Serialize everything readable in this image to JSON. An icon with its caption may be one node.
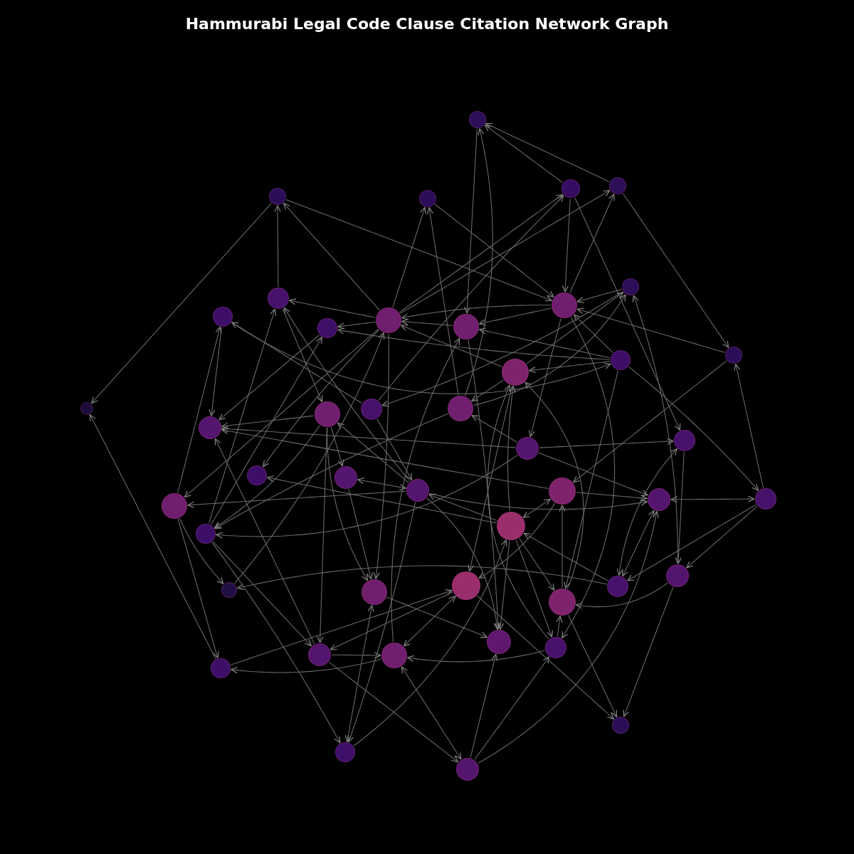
{
  "diagram": {
    "title": "Hammurabi Legal Code Clause Citation Network Graph",
    "nodes": [
      {
        "text": [],
        "shape": "circle"
      },
      {
        "text": [],
        "shape": "circle"
      },
      {
        "text": [],
        "shape": "circle"
      },
      {
        "text": [],
        "shape": "circle"
      },
      {
        "text": [],
        "shape": "circle"
      },
      {
        "text": [],
        "shape": "circle"
      },
      {
        "text": [],
        "shape": "circle"
      },
      {
        "text": [],
        "shape": "circle"
      },
      {
        "text": [],
        "shape": "circle"
      },
      {
        "text": [],
        "shape": "circle"
      },
      {
        "text": [],
        "shape": "circle"
      },
      {
        "text": [],
        "shape": "circle"
      },
      {
        "text": [],
        "shape": "circle"
      },
      {
        "text": [],
        "shape": "circle"
      },
      {
        "text": [],
        "shape": "circle"
      },
      {
        "text": [],
        "shape": "circle"
      },
      {
        "text": [],
        "shape": "circle"
      },
      {
        "text": [],
        "shape": "circle"
      },
      {
        "text": [],
        "shape": "circle"
      },
      {
        "text": [],
        "shape": "circle"
      },
      {
        "text": [],
        "shape": "circle"
      },
      {
        "text": [],
        "shape": "circle"
      },
      {
        "text": [],
        "shape": "circle"
      },
      {
        "text": [],
        "shape": "circle"
      },
      {
        "text": [],
        "shape": "circle"
      },
      {
        "text": [],
        "shape": "circle"
      },
      {
        "text": [],
        "shape": "circle"
      },
      {
        "text": [],
        "shape": "circle"
      },
      {
        "text": [],
        "shape": "circle"
      },
      {
        "text": [],
        "shape": "circle"
      },
      {
        "text": [],
        "shape": "circle"
      },
      {
        "text": [],
        "shape": "circle"
      },
      {
        "text": [],
        "shape": "circle"
      },
      {
        "text": [],
        "shape": "circle"
      },
      {
        "text": [],
        "shape": "circle"
      },
      {
        "text": [],
        "shape": "circle"
      },
      {
        "text": [],
        "shape": "circle"
      },
      {
        "text": [],
        "shape": "circle"
      },
      {
        "text": [],
        "shape": "circle"
      },
      {
        "text": [],
        "shape": "circle"
      },
      {
        "text": [],
        "shape": "circle"
      },
      {
        "text": [],
        "shape": "circle"
      },
      {
        "text": [],
        "shape": "circle"
      },
      {
        "text": [],
        "shape": "circle"
      },
      {
        "text": [],
        "shape": "circle"
      }
    ],
    "edges": [
      {
        "from": 4,
        "to": 0,
        "arrow": "to"
      },
      {
        "from": 3,
        "to": 0,
        "arrow": "to"
      },
      {
        "from": 0,
        "to": 10,
        "arrow": "to"
      },
      {
        "from": 19,
        "to": 0,
        "arrow": "to"
      },
      {
        "from": 6,
        "to": 1,
        "arrow": "to"
      },
      {
        "from": 9,
        "to": 1,
        "arrow": "to"
      },
      {
        "from": 1,
        "to": 15,
        "arrow": "to"
      },
      {
        "from": 1,
        "to": 11,
        "arrow": "to"
      },
      {
        "from": 9,
        "to": 2,
        "arrow": "to"
      },
      {
        "from": 19,
        "to": 2,
        "arrow": "to"
      },
      {
        "from": 2,
        "to": 11,
        "arrow": "to"
      },
      {
        "from": 9,
        "to": 3,
        "arrow": "to"
      },
      {
        "from": 18,
        "to": 3,
        "arrow": "to"
      },
      {
        "from": 3,
        "to": 11,
        "arrow": "to"
      },
      {
        "from": 3,
        "to": 21,
        "arrow": "to"
      },
      {
        "from": 9,
        "to": 4,
        "arrow": "to"
      },
      {
        "from": 11,
        "to": 4,
        "arrow": "to"
      },
      {
        "from": 4,
        "to": 13,
        "arrow": "to"
      },
      {
        "from": 5,
        "to": 11,
        "arrow": "to"
      },
      {
        "from": 19,
        "to": 5,
        "arrow": "to"
      },
      {
        "from": 36,
        "to": 5,
        "arrow": "to"
      },
      {
        "from": 14,
        "to": 5,
        "arrow": "to"
      },
      {
        "from": 9,
        "to": 6,
        "arrow": "to"
      },
      {
        "from": 24,
        "to": 6,
        "arrow": "to"
      },
      {
        "from": 29,
        "to": 6,
        "arrow": "to"
      },
      {
        "from": 6,
        "to": 17,
        "arrow": "to"
      },
      {
        "from": 7,
        "to": 12,
        "arrow": "to"
      },
      {
        "from": 18,
        "to": 7,
        "arrow": "to"
      },
      {
        "from": 7,
        "to": 16,
        "arrow": "to"
      },
      {
        "from": 28,
        "to": 7,
        "arrow": "to"
      },
      {
        "from": 9,
        "to": 8,
        "arrow": "to"
      },
      {
        "from": 12,
        "to": 8,
        "arrow": "to"
      },
      {
        "from": 8,
        "to": 16,
        "arrow": "to"
      },
      {
        "from": 29,
        "to": 8,
        "arrow": "to"
      },
      {
        "from": 10,
        "to": 9,
        "arrow": "to"
      },
      {
        "from": 11,
        "to": 9,
        "arrow": "to"
      },
      {
        "from": 14,
        "to": 9,
        "arrow": "to"
      },
      {
        "from": 9,
        "to": 22,
        "arrow": "to"
      },
      {
        "from": 9,
        "to": 32,
        "arrow": "to"
      },
      {
        "from": 9,
        "to": 28,
        "arrow": "to"
      },
      {
        "from": 12,
        "to": 10,
        "arrow": "to"
      },
      {
        "from": 11,
        "to": 10,
        "arrow": "to"
      },
      {
        "from": 10,
        "to": 39,
        "arrow": "to"
      },
      {
        "from": 12,
        "to": 14,
        "arrow": "to"
      },
      {
        "from": 12,
        "to": 11,
        "arrow": "to"
      },
      {
        "from": 13,
        "to": 11,
        "arrow": "to"
      },
      {
        "from": 27,
        "to": 13,
        "arrow": "to"
      },
      {
        "from": 13,
        "to": 25,
        "arrow": "to"
      },
      {
        "from": 14,
        "to": 19,
        "arrow": "to"
      },
      {
        "from": 30,
        "to": 14,
        "arrow": "to"
      },
      {
        "from": 34,
        "to": 14,
        "arrow": "to"
      },
      {
        "from": 17,
        "to": 16,
        "arrow": "to"
      },
      {
        "from": 17,
        "to": 29,
        "arrow": "to"
      },
      {
        "from": 17,
        "to": 32,
        "arrow": "to"
      },
      {
        "from": 17,
        "to": 37,
        "arrow": "to"
      },
      {
        "from": 24,
        "to": 17,
        "arrow": "to"
      },
      {
        "from": 5,
        "to": 18,
        "arrow": "to"
      },
      {
        "from": 18,
        "to": 24,
        "arrow": "to"
      },
      {
        "from": 20,
        "to": 16,
        "arrow": "to"
      },
      {
        "from": 20,
        "to": 21,
        "arrow": "to"
      },
      {
        "from": 20,
        "to": 19,
        "arrow": "to"
      },
      {
        "from": 21,
        "to": 36,
        "arrow": "to"
      },
      {
        "from": 21,
        "to": 35,
        "arrow": "both"
      },
      {
        "from": 26,
        "to": 27,
        "arrow": "both"
      },
      {
        "from": 27,
        "to": 36,
        "arrow": "to"
      },
      {
        "from": 27,
        "to": 35,
        "arrow": "to"
      },
      {
        "from": 25,
        "to": 26,
        "arrow": "to"
      },
      {
        "from": 24,
        "to": 26,
        "arrow": "to"
      },
      {
        "from": 26,
        "to": 35,
        "arrow": "both"
      },
      {
        "from": 34,
        "to": 25,
        "arrow": "to"
      },
      {
        "from": 35,
        "to": 31,
        "arrow": "to"
      },
      {
        "from": 31,
        "to": 9,
        "arrow": "to"
      },
      {
        "from": 28,
        "to": 31,
        "arrow": "to"
      },
      {
        "from": 28,
        "to": 41,
        "arrow": "to"
      },
      {
        "from": 41,
        "to": 15,
        "arrow": "to"
      },
      {
        "from": 29,
        "to": 37,
        "arrow": "to"
      },
      {
        "from": 29,
        "to": 43,
        "arrow": "to"
      },
      {
        "from": 37,
        "to": 16,
        "arrow": "to"
      },
      {
        "from": 37,
        "to": 38,
        "arrow": "to"
      },
      {
        "from": 38,
        "to": 41,
        "arrow": "to"
      },
      {
        "from": 41,
        "to": 33,
        "arrow": "to"
      },
      {
        "from": 37,
        "to": 44,
        "arrow": "to"
      },
      {
        "from": 44,
        "to": 38,
        "arrow": "both"
      },
      {
        "from": 43,
        "to": 32,
        "arrow": "both"
      },
      {
        "from": 43,
        "to": 30,
        "arrow": "to"
      },
      {
        "from": 44,
        "to": 39,
        "arrow": "to"
      },
      {
        "from": 44,
        "to": 40,
        "arrow": "to"
      },
      {
        "from": 44,
        "to": 26,
        "arrow": "to"
      },
      {
        "from": 24,
        "to": 23,
        "arrow": "both"
      },
      {
        "from": 23,
        "to": 32,
        "arrow": "to"
      },
      {
        "from": 17,
        "to": 23,
        "arrow": "to"
      },
      {
        "from": 25,
        "to": 33,
        "arrow": "to"
      },
      {
        "from": 14,
        "to": 33,
        "arrow": "to"
      },
      {
        "from": 25,
        "to": 30,
        "arrow": "both"
      },
      {
        "from": 30,
        "to": 24,
        "arrow": "to"
      },
      {
        "from": 33,
        "to": 38,
        "arrow": "both"
      },
      {
        "from": 40,
        "to": 38,
        "arrow": "to"
      },
      {
        "from": 32,
        "to": 39,
        "arrow": "to"
      },
      {
        "from": 33,
        "to": 37,
        "arrow": "to"
      },
      {
        "from": 24,
        "to": 43,
        "arrow": "to"
      },
      {
        "from": 24,
        "to": 39,
        "arrow": "to"
      },
      {
        "from": 30,
        "to": 39,
        "arrow": "to"
      },
      {
        "from": 30,
        "to": 34,
        "arrow": "to"
      },
      {
        "from": 30,
        "to": 40,
        "arrow": "to"
      },
      {
        "from": 40,
        "to": 34,
        "arrow": "to"
      },
      {
        "from": 34,
        "to": 42,
        "arrow": "to"
      },
      {
        "from": 36,
        "to": 42,
        "arrow": "to"
      },
      {
        "from": 33,
        "to": 42,
        "arrow": "to"
      },
      {
        "from": 36,
        "to": 34,
        "arrow": "to"
      },
      {
        "from": 35,
        "to": 30,
        "arrow": "to"
      },
      {
        "from": 20,
        "to": 26,
        "arrow": "to"
      },
      {
        "from": 30,
        "to": 22,
        "arrow": "to"
      },
      {
        "from": 25,
        "to": 16,
        "arrow": "to"
      },
      {
        "from": 24,
        "to": 28,
        "arrow": "to"
      },
      {
        "from": 19,
        "to": 29,
        "arrow": "to"
      },
      {
        "from": 20,
        "to": 29,
        "arrow": "to"
      },
      {
        "from": 38,
        "to": 10,
        "arrow": "to"
      },
      {
        "from": 40,
        "to": 14,
        "arrow": "to"
      },
      {
        "from": 11,
        "to": 20,
        "arrow": "to"
      },
      {
        "from": 11,
        "to": 40,
        "arrow": "to"
      },
      {
        "from": 12,
        "to": 34,
        "arrow": "to"
      },
      {
        "from": 12,
        "to": 27,
        "arrow": "to"
      }
    ]
  }
}
